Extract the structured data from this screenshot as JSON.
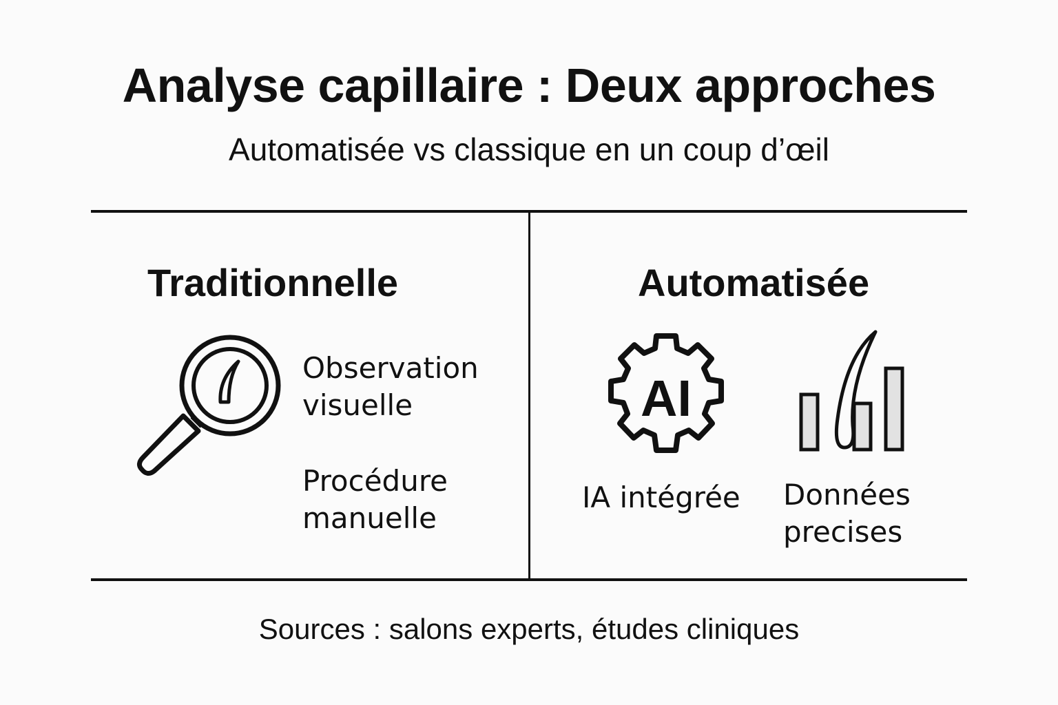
{
  "header": {
    "title": "Analyse capillaire : Deux approches",
    "subtitle": "Automatisée vs classique en un coup d’œil"
  },
  "columns": [
    {
      "title": "Traditionnelle",
      "icon": "magnifier-hair-icon",
      "items": [
        {
          "line1": "Observation",
          "line2": "visuelle"
        },
        {
          "line1": "Procédure",
          "line2": "manuelle"
        }
      ]
    },
    {
      "title": "Automatisée",
      "items": [
        {
          "icon": "ai-gear-icon",
          "icon_text": "AI",
          "line1": "IA intégrée"
        },
        {
          "icon": "hair-bar-chart-icon",
          "line1": "Données",
          "line2": "precises"
        }
      ]
    }
  ],
  "footer": {
    "sources": "Sources : salons experts, études cliniques"
  },
  "colors": {
    "background": "#fbfbfb",
    "ink": "#111111",
    "bar_fill": "#e2e2e2"
  }
}
